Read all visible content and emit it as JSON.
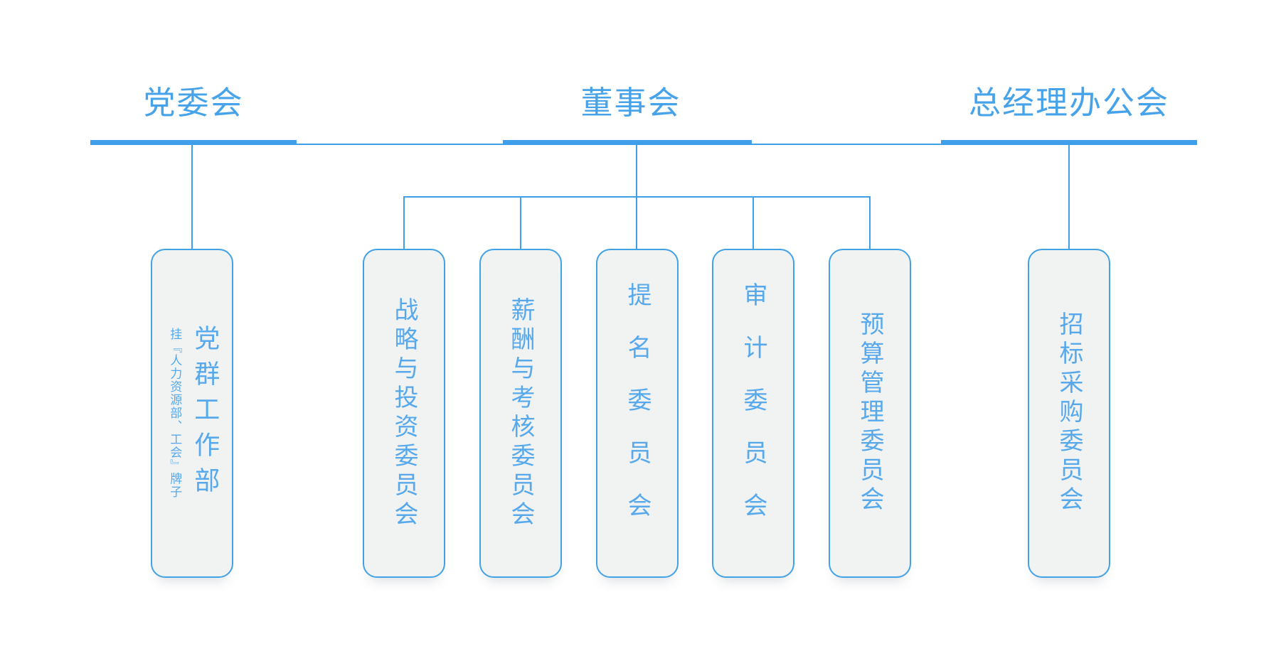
{
  "colors": {
    "line_blue": "#3f9fe7",
    "bar_blue": "#3e9ee9",
    "box_border": "#41a2e6",
    "box_fill": "#f1f2f2",
    "text_blue": "#57a9ec",
    "header_blue": "#46a3e9",
    "background": "#ffffff"
  },
  "groups": [
    {
      "header": "党委会",
      "children": [
        {
          "label": "党群工作部",
          "note": "挂『人力资源部、工会』牌子"
        }
      ]
    },
    {
      "header": "董事会",
      "children": [
        {
          "label": "战略与投资委员会"
        },
        {
          "label": "薪酬与考核委员会"
        },
        {
          "label": "提名委员会"
        },
        {
          "label": "审计委员会"
        },
        {
          "label": "预算管理委员会"
        }
      ]
    },
    {
      "header": "总经理办公会",
      "children": [
        {
          "label": "招标采购委员会"
        }
      ]
    }
  ]
}
